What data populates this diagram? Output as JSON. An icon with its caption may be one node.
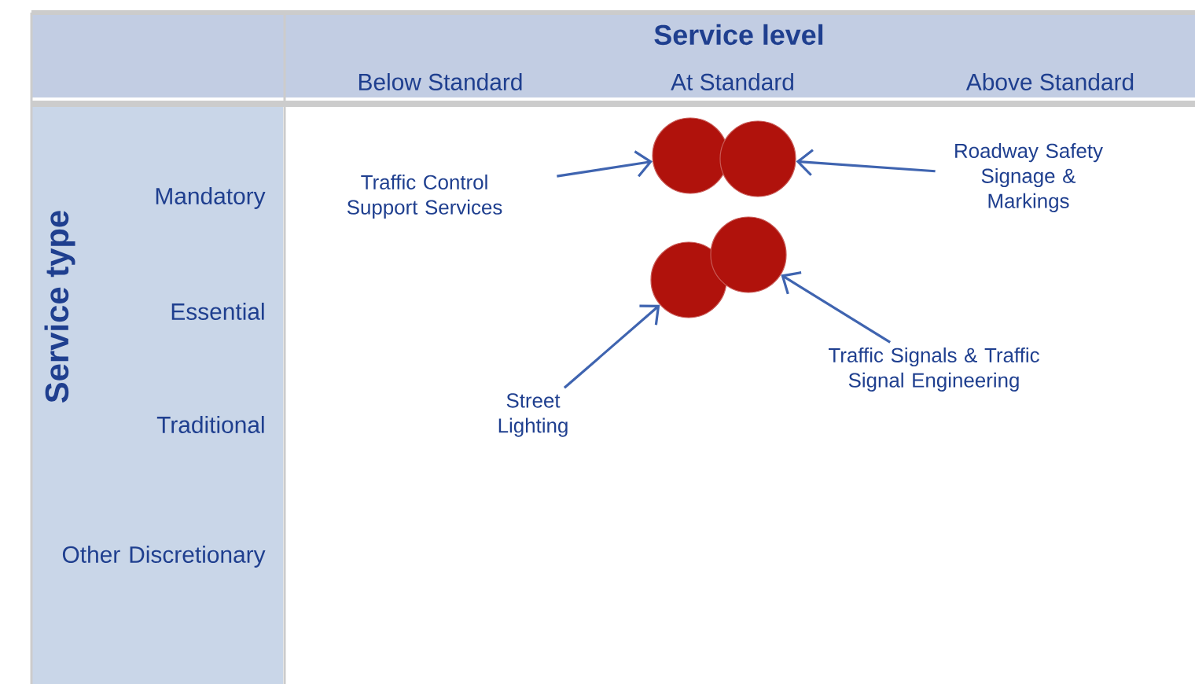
{
  "diagram": {
    "title": "Service level",
    "nodes": [
      {
        "text": [
          "Traffic Control Support Services"
        ]
      },
      {
        "text": [
          "Roadway Safety Signage & Markings"
        ]
      },
      {
        "text": [],
        "shape": "circle"
      },
      {
        "text": [],
        "shape": "circle"
      },
      {
        "text": [],
        "shape": "circle"
      },
      {
        "text": [],
        "shape": "circle"
      },
      {
        "text": [
          "Street Lighting"
        ]
      },
      {
        "text": [
          "Traffic Signals & Traffic Signal Engineering"
        ]
      }
    ],
    "edges": [
      {
        "from": 0,
        "to": 2,
        "arrow": "to"
      },
      {
        "from": 1,
        "to": 3,
        "arrow": "to"
      },
      {
        "from": 6,
        "to": 4,
        "arrow": "to"
      },
      {
        "from": 7,
        "to": 5,
        "arrow": "to"
      }
    ],
    "labels": [
      "Below Standard",
      "At Standard",
      "Above Standard",
      "Service type",
      "Mandatory",
      "Essential",
      "Traditional",
      "Other Discretionary"
    ]
  }
}
